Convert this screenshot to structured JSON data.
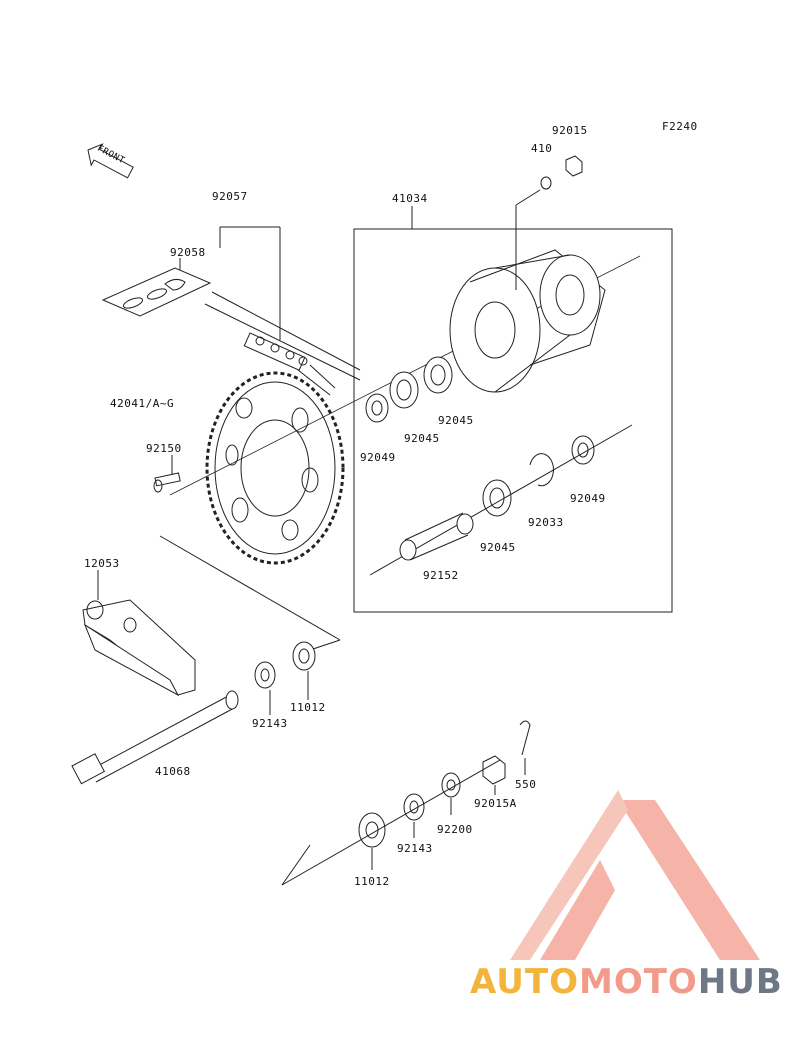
{
  "diagram_code": "F2240",
  "front_label": "FRONT",
  "parts": {
    "p92015_top": "92015",
    "p410": "410",
    "p41034": "41034",
    "p92057": "92057",
    "p92058": "92058",
    "p42041": "42041/A~G",
    "p92150": "92150",
    "p92049_a": "92049",
    "p92045_a": "92045",
    "p92045_b": "92045",
    "p92049_b": "92049",
    "p92033": "92033",
    "p92045_c": "92045",
    "p92152": "92152",
    "p12053": "12053",
    "p11012_a": "11012",
    "p92143_a": "92143",
    "p41068": "41068",
    "p550": "550",
    "p92015A": "92015A",
    "p92200": "92200",
    "p92143_b": "92143",
    "p11012_b": "11012"
  },
  "watermark": {
    "part1": "AUTO",
    "part2": "MOTO",
    "part3": "HUB",
    "colors": {
      "auto": "#f3b43b",
      "moto": "#f29b8a",
      "hub": "#6d7785"
    }
  }
}
